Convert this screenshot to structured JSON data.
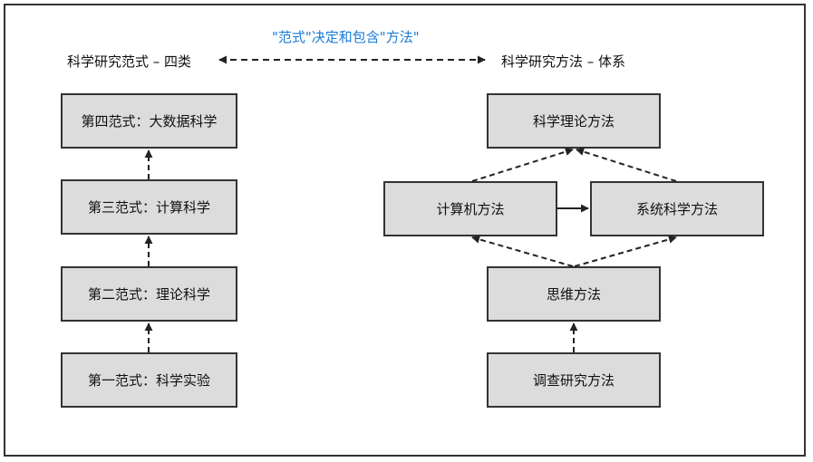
{
  "relation_label": "\"范式\"决定和包含\"方法\"",
  "left_header": "科学研究范式 – 四类",
  "right_header": "科学研究方法 – 体系",
  "paradigms": [
    "第四范式：大数据科学",
    "第三范式：计算科学",
    "第二范式：理论科学",
    "第一范式：科学实验"
  ],
  "methods": {
    "theory": "科学理论方法",
    "computer": "计算机方法",
    "systems": "系统科学方法",
    "thinking": "思维方法",
    "survey": "调查研究方法"
  },
  "colors": {
    "box_fill": "#dcdcdc",
    "border": "#333333",
    "relation_text": "#1a7bd6"
  }
}
